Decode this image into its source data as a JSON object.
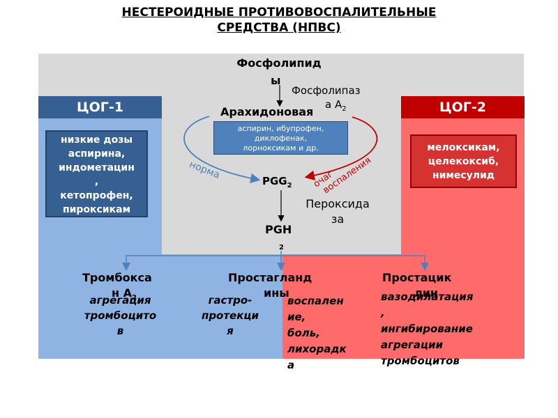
{
  "title": "НЕСТЕРОИДНЫЕ ПРОТИВОВОСПАЛИТЕЛЬНЫЕ\nСРЕДСТВА (НПВС)",
  "pathway": {
    "phospholipids_a": "Фосфолипид",
    "phospholipids_b": "ы",
    "phospholipase_a": "Фосфолипаз",
    "phospholipase_b": "а А",
    "phospholipase_sub": "2",
    "arachidonic": "Арахидоновая",
    "pgg": "PGG",
    "pgg_sub": "2",
    "peroxidase_a": "Пероксида",
    "peroxidase_b": "за",
    "pgh": "PGH",
    "pgh_sub": "2"
  },
  "cox1": {
    "header": "ЦОГ-1",
    "drugs": "низкие дозы\nаспирина,\nиндометацин\n,\nкетопрофен,\nпироксикам"
  },
  "cox2": {
    "header": "ЦОГ-2",
    "drugs": "мелоксикам,\nцелекоксиб,\nнимесулид"
  },
  "nonselective_drugs": "аспирин, ибупрофен,\nдиклофенак,\nлорноксикам и др.",
  "labels": {
    "norm": "норма",
    "inflam_a": "очаг",
    "inflam_b": "воспаления"
  },
  "products": {
    "thromboxane_a": "Тромбокса",
    "thromboxane_b": "н А",
    "thromboxane_sub": "2",
    "thromboxane_effect_a": "агрегация",
    "thromboxane_effect_b": "тромбоцито",
    "thromboxane_effect_c": "в",
    "prostaglandins_a": "Простагланд",
    "prostaglandins_b": "ины",
    "gastro_a": "гастро-",
    "gastro_b": "протекци",
    "gastro_c": "я",
    "inflam_effect": "воспален\nие,\nболь,\nлихорадк\nа",
    "prostacyclin_a": "Простацик",
    "prostacyclin_b": "лин",
    "prostacyclin_effect": "вазодилатация\n,\nингибирование\nагрегации\nтромбоцитов"
  },
  "colors": {
    "grey": "#d9d9d9",
    "light_blue": "#8fb4e3",
    "dark_blue": "#376092",
    "light_red": "#ff6b6b",
    "dark_red": "#c00000"
  }
}
